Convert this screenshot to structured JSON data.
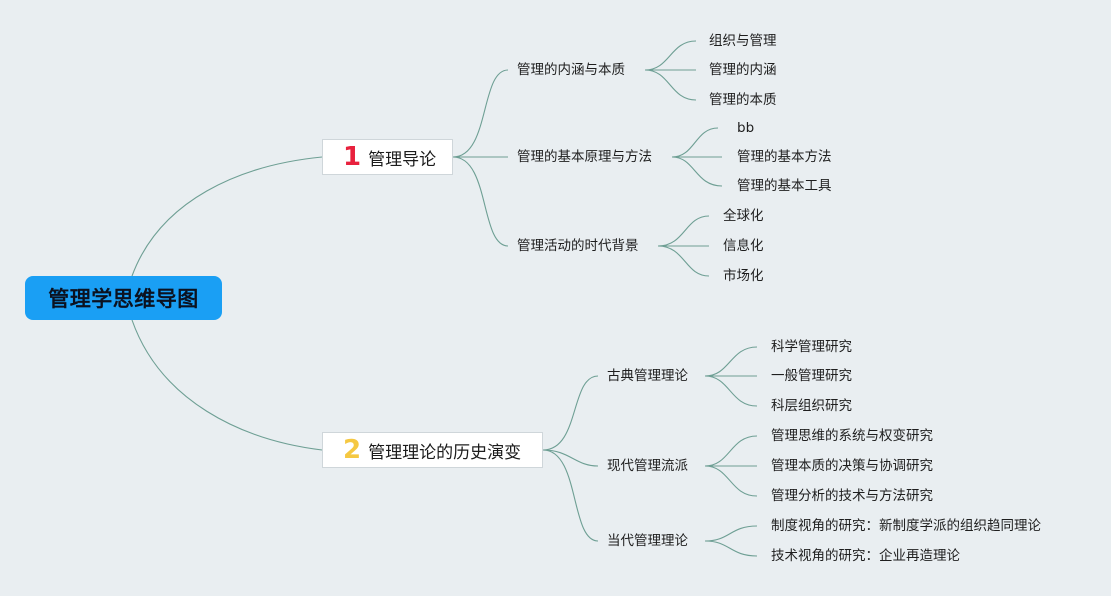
{
  "root": {
    "label": "管理学思维导图"
  },
  "colors": {
    "background": "#e9eef1",
    "root_fill": "#1a9ff4",
    "link": "#6e9f94",
    "num1": "#e8213d",
    "num2": "#f5c842"
  },
  "branches": [
    {
      "number": "1",
      "label": "管理导论",
      "children": [
        {
          "label": "管理的内涵与本质",
          "leaves": [
            "组织与管理",
            "管理的内涵",
            "管理的本质"
          ]
        },
        {
          "label": "管理的基本原理与方法",
          "leaves": [
            "bb",
            "管理的基本方法",
            "管理的基本工具"
          ]
        },
        {
          "label": "管理活动的时代背景",
          "leaves": [
            "全球化",
            "信息化",
            "市场化"
          ]
        }
      ]
    },
    {
      "number": "2",
      "label": "管理理论的历史演变",
      "children": [
        {
          "label": "古典管理理论",
          "leaves": [
            "科学管理研究",
            "一般管理研究",
            "科层组织研究"
          ]
        },
        {
          "label": "现代管理流派",
          "leaves": [
            "管理思维的系统与权变研究",
            "管理本质的决策与协调研究",
            "管理分析的技术与方法研究"
          ]
        },
        {
          "label": "当代管理理论",
          "leaves": [
            "制度视角的研究：新制度学派的组织趋同理论",
            "技术视角的研究：企业再造理论"
          ]
        }
      ]
    }
  ]
}
